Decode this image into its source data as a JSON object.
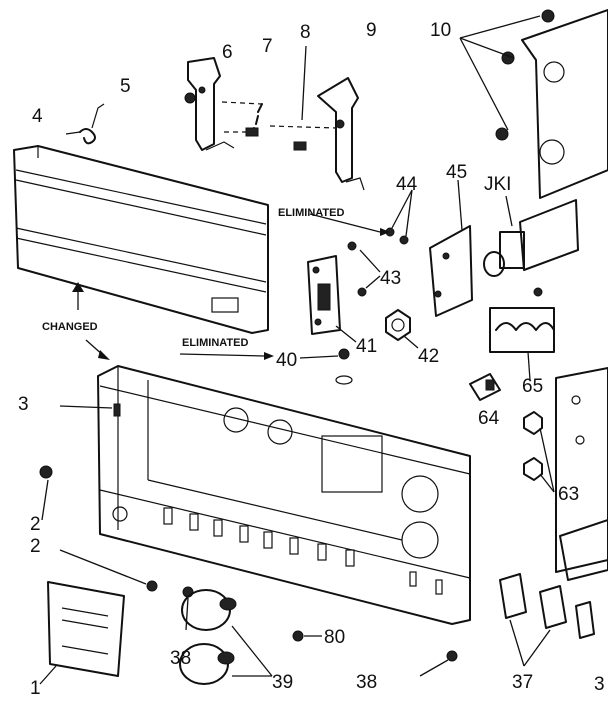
{
  "labels": {
    "p1": "1",
    "p2a": "2",
    "p2b": "2",
    "p3": "3",
    "p4": "4",
    "p5": "5",
    "p6": "6",
    "p7": "7",
    "p8": "8",
    "p9": "9",
    "p10": "10",
    "p37": "37",
    "p38a": "38",
    "p38b": "38",
    "p39": "39",
    "p40": "40",
    "p41": "41",
    "p42": "42",
    "p43": "43",
    "p44": "44",
    "p45": "45",
    "p63": "63",
    "p64": "64",
    "p65": "65",
    "p80": "80",
    "jk1": "JKI",
    "p3b": "3"
  },
  "notes": {
    "eliminated_top": "ELIMINATED",
    "eliminated_mid": "ELIMINATED",
    "changed": "CHANGED"
  }
}
